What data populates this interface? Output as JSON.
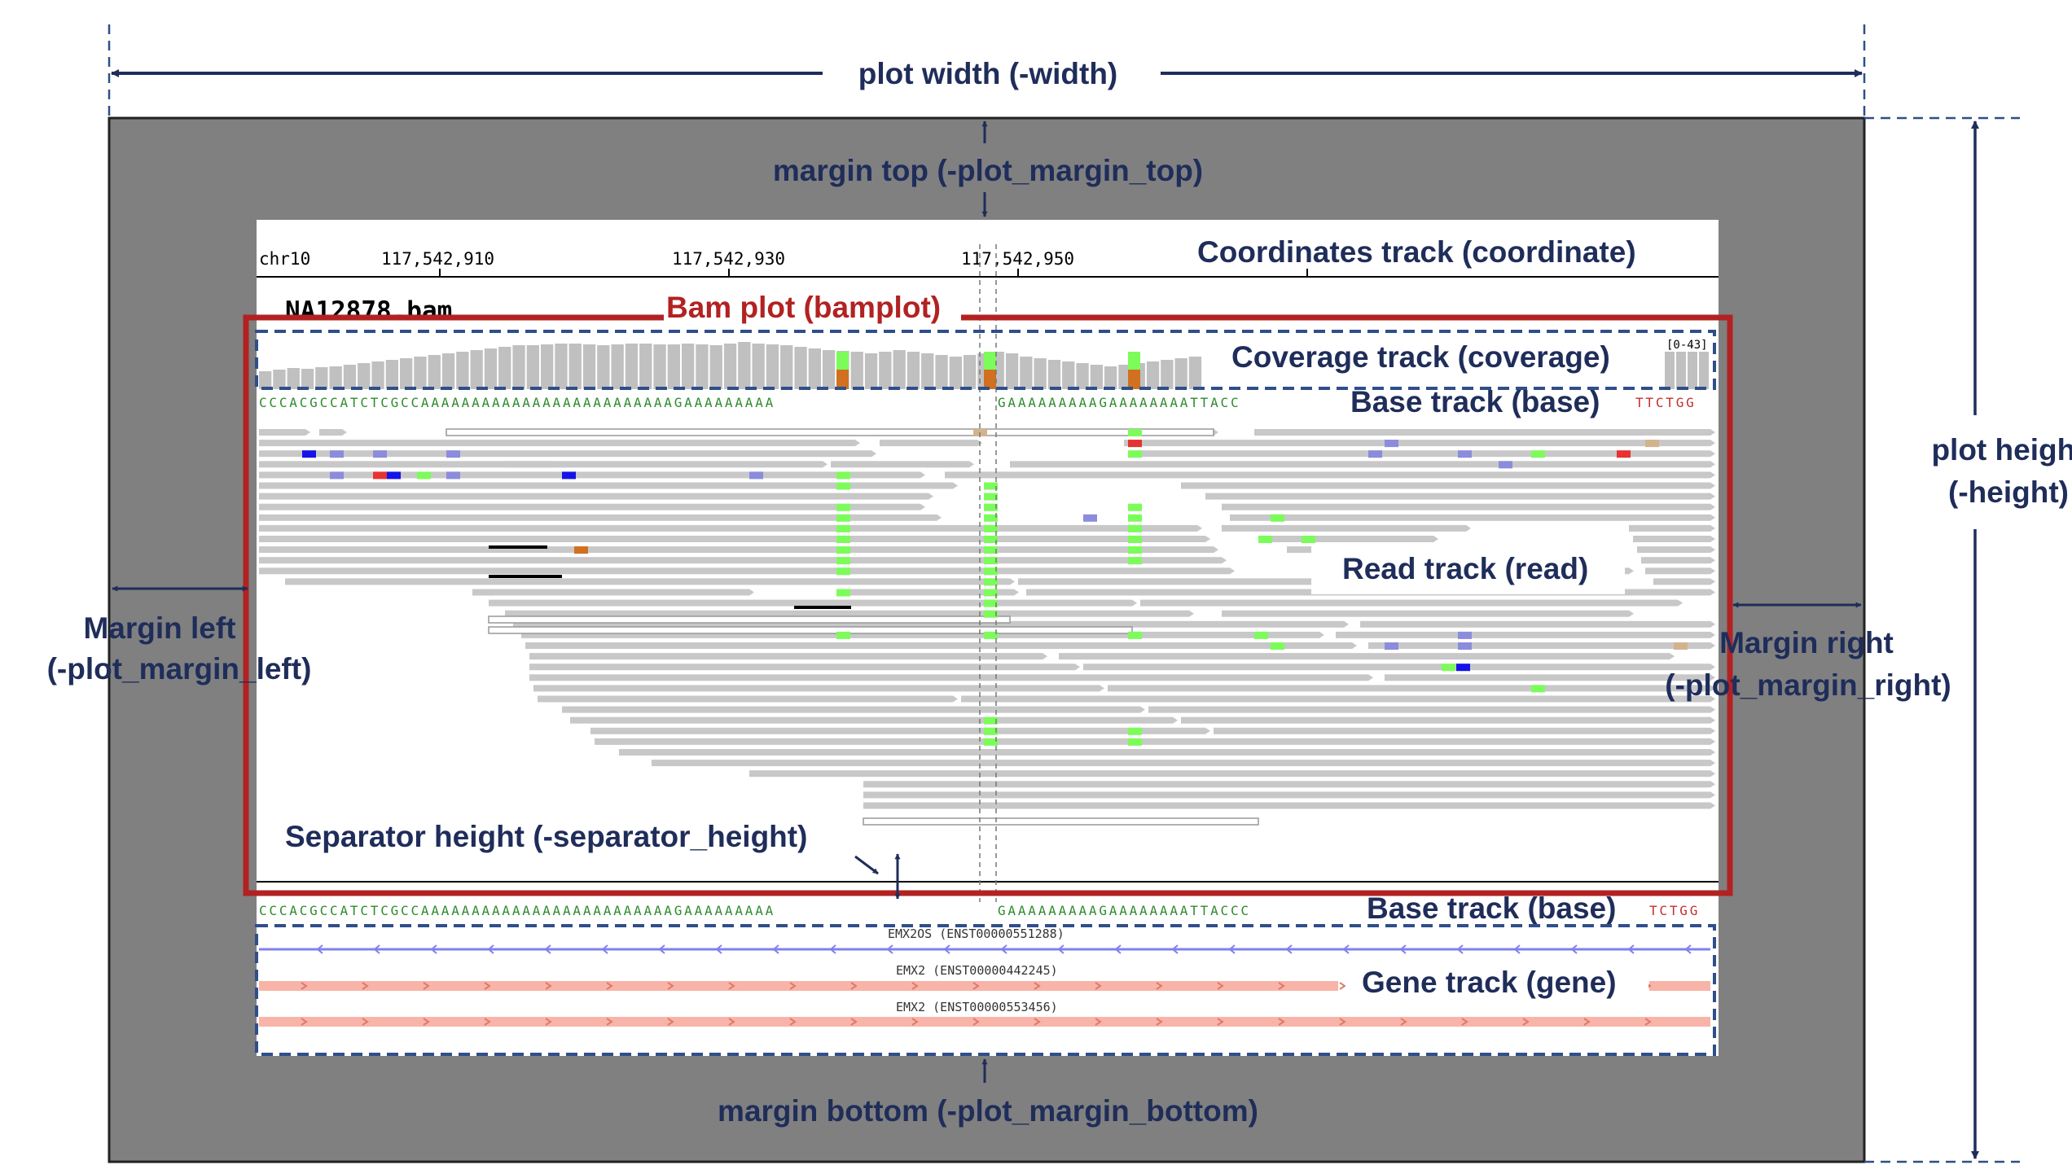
{
  "colors": {
    "margin_area": "#808080",
    "panel": "#ffffff",
    "annotation": "#1f2d5a",
    "bamplot_box": "#b22222",
    "dashed_box": "#2f4f8a",
    "read": "#c8c8c8",
    "coverage": "#c0c0c0",
    "mismatch_green": "#7cfc5a",
    "mismatch_orange": "#d07020",
    "mismatch_blue": "#1414e6",
    "mismatch_red": "#e63232",
    "mismatch_lavender": "#8c8cdc",
    "gene_blue": "#8080f0",
    "gene_pink": "#f8b4a8"
  },
  "labels": {
    "plot_width": "plot width (-width)",
    "margin_top": "margin top (-plot_margin_top)",
    "coordinates_track": "Coordinates track (coordinate)",
    "bam_plot": "Bam plot (bamplot)",
    "coverage_track": "Coverage track (coverage)",
    "base_track_top": "Base track (base)",
    "read_track": "Read track (read)",
    "margin_left_1": "Margin left",
    "margin_left_2": "(-plot_margin_left)",
    "margin_right_1": "Margin right",
    "margin_right_2": "(-plot_margin_right)",
    "plot_height_1": "plot height",
    "plot_height_2": "(-height)",
    "separator_height": "Separator height (-separator_height)",
    "base_track_bottom": "Base track (base)",
    "gene_track": "Gene track (gene)",
    "margin_bottom": "margin bottom (-plot_margin_bottom)"
  },
  "igv": {
    "chrom": "chr10",
    "positions": [
      "117,542,910",
      "117,542,930",
      "117,542,950"
    ],
    "bam_name": "NA12878.bam",
    "coverage_range": "[0-43]",
    "sequence_left": "CCCACGCCATCTCGCCAAAAAAAAAAAAAAAAAAAAAAAAAGAAAAAAAAA",
    "sequence_mid": "GAAAAAAAAAGAAAAAAAATTACC",
    "sequence_right_top": "TTCTGG",
    "sequence_bottom_mid": "GAAAAAAAAAGAAAAAAAATTACCC",
    "sequence_right_bottom": "TCTGG",
    "transcripts": [
      "EMX2OS (ENST00000551288)",
      "EMX2 (ENST00000442245)",
      "EMX2 (ENST00000553456)"
    ]
  }
}
